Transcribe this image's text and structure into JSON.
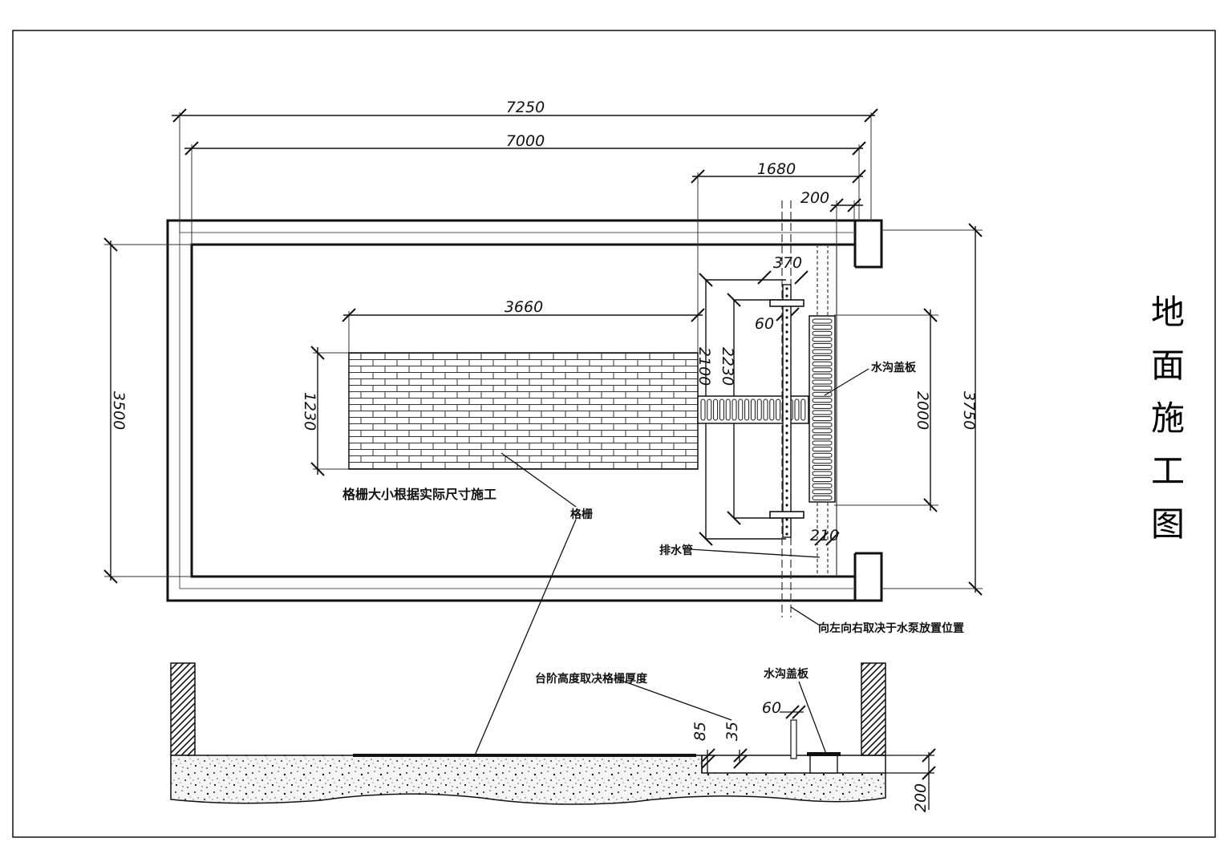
{
  "title": "地面施工图",
  "plan": {
    "dims": {
      "overall_outer_width": "7250",
      "overall_inner_width": "7000",
      "right_zone_width": "1680",
      "right_offset": "200",
      "inner_height": "3500",
      "outer_height": "3750",
      "grille_width": "3660",
      "grille_height": "1230",
      "channel_width": "370",
      "channel_gap": "60",
      "span_2100": "2100",
      "span_2230": "2230",
      "cover_length": "2000",
      "drain_offset": "210"
    },
    "labels": {
      "grille_note": "格栅大小根据实际尺寸施工",
      "grille": "格栅",
      "drain_cover": "水沟盖板",
      "drain_pipe": "排水管",
      "drain_position_note": "向左向右取决于水泵放置位置"
    }
  },
  "section": {
    "dims": {
      "depth_85": "85",
      "depth_35": "35",
      "gap_60": "60",
      "slab_200": "200"
    },
    "labels": {
      "platform_note": "台阶高度取决格栅厚度",
      "drain_cover": "水沟盖板"
    }
  }
}
